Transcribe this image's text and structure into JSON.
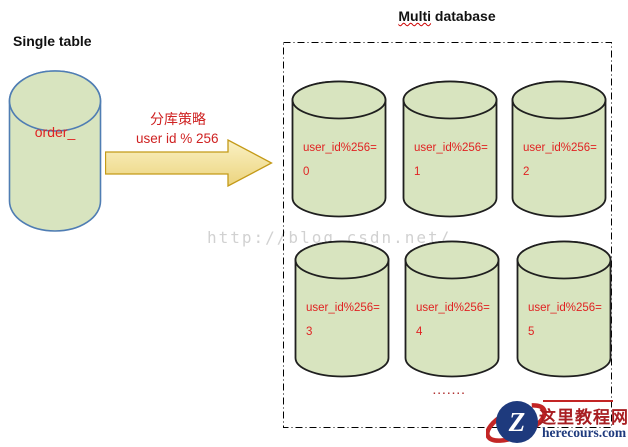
{
  "single": {
    "title": "Single table",
    "table_label": "order_"
  },
  "arrow": {
    "strategy_line1": "分库策略",
    "strategy_line2": "user  id % 256"
  },
  "multi": {
    "title_word": "Multi",
    "title_rest": " database",
    "shards": [
      {
        "label": "user_id%256=",
        "value": "0"
      },
      {
        "label": "user_id%256=",
        "value": "1"
      },
      {
        "label": "user_id%256=",
        "value": "2"
      },
      {
        "label": "user_id%256=",
        "value": "3"
      },
      {
        "label": "user_id%256=",
        "value": "4"
      },
      {
        "label": "user_id%256=",
        "value": "5"
      }
    ],
    "ellipsis": "......."
  },
  "watermark": "http://blog.csdn.net/",
  "logo": {
    "letter": "Z",
    "site_name": "这里教程网",
    "site_domain": "herecours.com"
  },
  "colors": {
    "cylinder_fill": "#d8e4bf",
    "single_cylinder_border": "#4f7db3",
    "shard_cylinder_border": "#1f1f1f",
    "arrow_fill_top": "#faf1c4",
    "arrow_fill_bottom": "#ecd47e",
    "arrow_border": "#c49a18",
    "red_text": "#e02222",
    "watermark_gray": "#cacaca",
    "logo_red": "#c32525",
    "logo_navy": "#1e3a7d"
  }
}
